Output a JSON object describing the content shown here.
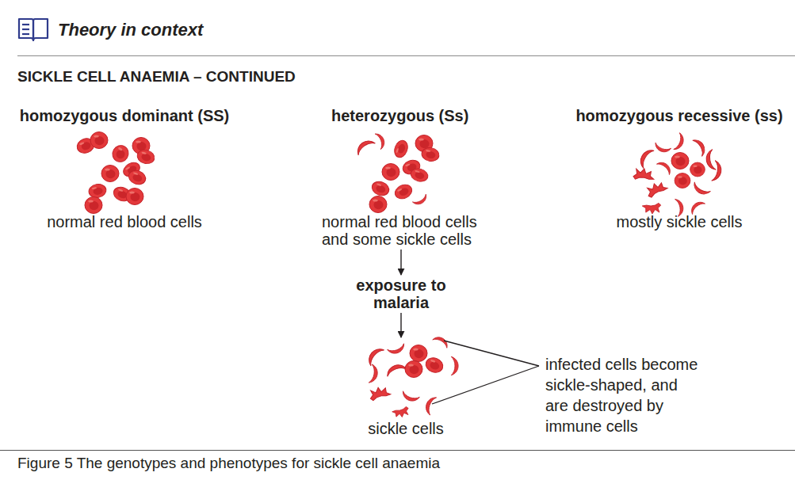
{
  "diagram": {
    "title": "SICKLE CELL ANAEMIA – CONTINUED",
    "caption": "Figure 5 The genotypes and phenotypes for sickle cell anaemia",
    "nodes": [
      {
        "text": [
          "homozygous dominant (SS)",
          "normal red blood cells"
        ]
      },
      {
        "text": [
          "heterozygous (Ss)",
          "normal red blood cells and some sickle cells"
        ]
      },
      {
        "text": [
          "homozygous recessive (ss)",
          "mostly sickle cells"
        ]
      },
      {
        "text": [
          "exposure to malaria"
        ]
      },
      {
        "text": [
          "sickle cells"
        ]
      }
    ],
    "edges": [
      {
        "from": 1,
        "to": 3,
        "arrow": "to"
      },
      {
        "from": 3,
        "to": 4,
        "arrow": "to"
      }
    ],
    "labels": [
      "Theory in context",
      "infected cells become sickle-shaped, and are destroyed by immune cells"
    ]
  }
}
